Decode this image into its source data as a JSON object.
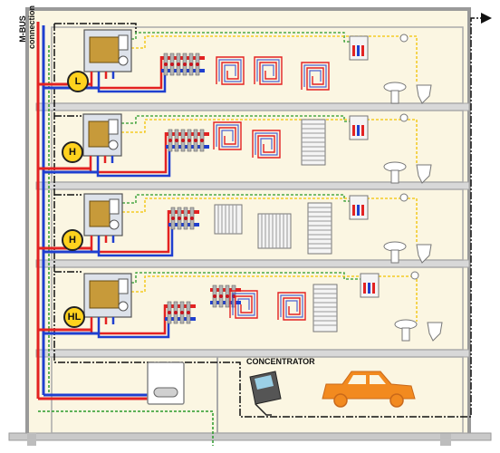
{
  "labels": {
    "mbus_line1": "M-BUS",
    "mbus_line2": "connection",
    "concentrator": "CONCENTRATOR"
  },
  "floors": [
    {
      "badge": "L"
    },
    {
      "badge": "H"
    },
    {
      "badge": "H"
    },
    {
      "badge": "HL"
    }
  ],
  "colors": {
    "building_fill": "#fbf6e2",
    "building_frame": "#9a9a9a",
    "supply_pipe": "#e32222",
    "return_pipe": "#1f3fcf",
    "mbus_line": "#111111",
    "data_line": "#2a9a2a",
    "yellow_line": "#f2c200",
    "badge": "#ffd21e",
    "car": "#f28a1f"
  }
}
